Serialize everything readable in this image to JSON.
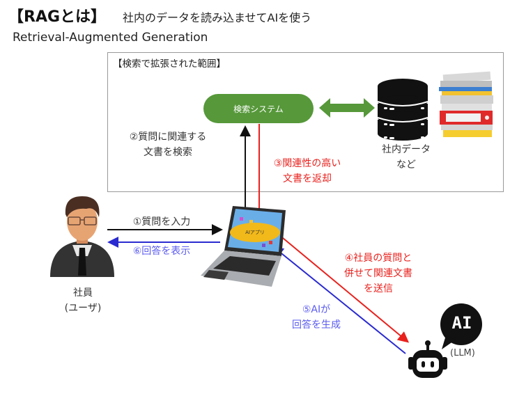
{
  "header": {
    "title": "【RAGとは】",
    "subtitle": "社内のデータを読み込ませてAIを使う",
    "english": "Retrieval-Augmented Generation"
  },
  "scope": {
    "label": "【検索で拡張された範囲】"
  },
  "nodes": {
    "search_system": "検索システム",
    "data_line1": "社内データ",
    "data_line2": "など",
    "employee_line1": "社員",
    "employee_line2": "(ユーザ)",
    "ai_app": "AIアプリ",
    "llm_bubble": "AI",
    "llm_label": "(LLM)"
  },
  "steps": {
    "step1": "①質問を入力",
    "step2_line1": "②質問に関連する",
    "step2_line2": "文書を検索",
    "step3_line1": "③関連性の高い",
    "step3_line2": "文書を返却",
    "step4_line1": "④社員の質問と",
    "step4_line2": "併せて関連文書",
    "step4_line3": "を送信",
    "step5_line1": "⑤AIが",
    "step5_line2": "回答を生成",
    "step6": "⑥回答を表示"
  },
  "colors": {
    "search_green": "#56983a",
    "request_black": "#111111",
    "return_red": "#e8211d",
    "answer_blue": "#2a2ad0",
    "app_yellow": "#f2b91a"
  }
}
